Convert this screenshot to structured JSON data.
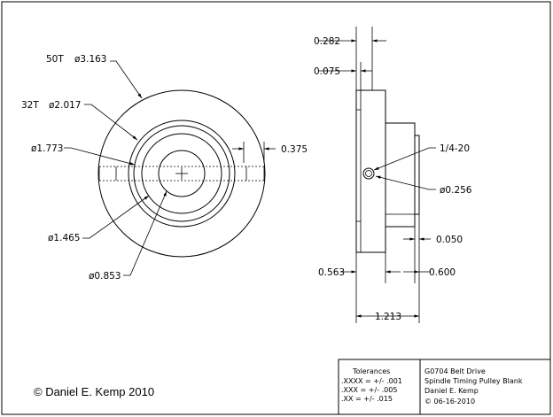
{
  "front_view": {
    "teeth_50": "50T",
    "dia_3163": "ø3.163",
    "teeth_32": "32T",
    "dia_2017": "ø2.017",
    "dia_1773": "ø1.773",
    "dia_1465": "ø1.465",
    "dia_0853": "ø0.853",
    "dim_0375": "0.375"
  },
  "side_view": {
    "dim_0282": "0.282",
    "dim_0075": "0.075",
    "thread": "1/4-20",
    "dia_0256": "ø0.256",
    "dim_0050": "0.050",
    "dim_0563": "0.563",
    "dim_0600": "0.600",
    "dim_1213": "1.213"
  },
  "tolerances": {
    "title": "Tolerances",
    "rows": [
      ".XXXX  =  +/-  .001",
      ".XXX   =  +/-  .005",
      ".XX    =  +/-  .015"
    ]
  },
  "title_block": {
    "line1": "G0704 Belt Drive",
    "line2": "Spindle Timing Pulley Blank",
    "line3": "Daniel E. Kemp",
    "line4": "© 06-16-2010"
  },
  "copyright": "© Daniel E. Kemp 2010"
}
